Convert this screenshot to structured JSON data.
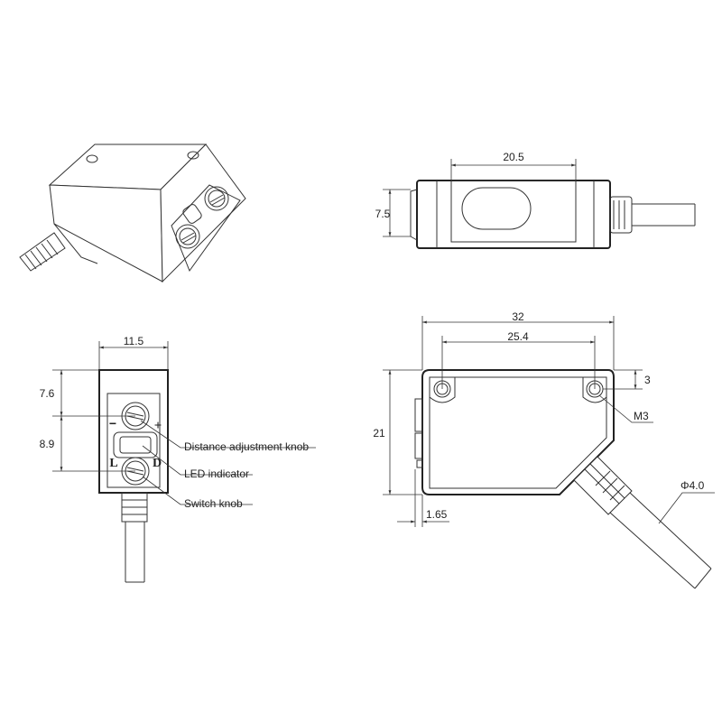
{
  "views": {
    "top": {
      "dim_width": "20.5",
      "dim_height": "7.5"
    },
    "front": {
      "dim_width": "11.5",
      "dim_upper": "7.6",
      "dim_lower": "8.9",
      "sign_minus": "−",
      "sign_plus": "+",
      "letter_l": "L",
      "letter_d": "D",
      "label_distance_knob": "Distance adjustment knob",
      "label_led": "LED indicator",
      "label_switch_knob": "Switch knob"
    },
    "side": {
      "dim_overall_width": "32",
      "dim_hole_spacing": "25.4",
      "dim_height": "21",
      "dim_hole_offset": "3",
      "label_thread": "M3",
      "dim_cable_diameter": "Φ4.0",
      "dim_flange": "1.65"
    }
  }
}
